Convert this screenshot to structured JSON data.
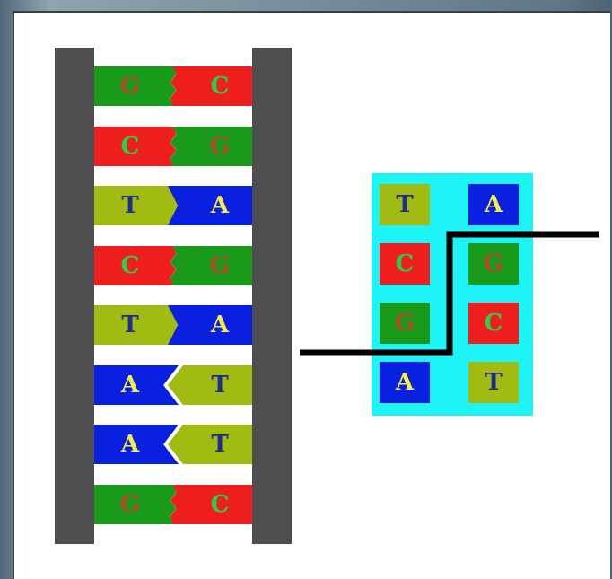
{
  "colors": {
    "G": {
      "fill": "#1a9a1a",
      "text": "#b5482a"
    },
    "C": {
      "fill": "#ef1f1f",
      "text": "#2ad04a"
    },
    "T": {
      "fill": "#a2bb12",
      "text": "#1c2f8c"
    },
    "A": {
      "fill": "#0a20e0",
      "text": "#f2ef4a"
    },
    "rail": "#4e4e50",
    "key_panel": "#1ef4f6",
    "background": "#ffffff",
    "line": "#000000"
  },
  "ladder": [
    {
      "left": "G",
      "right": "C"
    },
    {
      "left": "C",
      "right": "G"
    },
    {
      "left": "T",
      "right": "A"
    },
    {
      "left": "C",
      "right": "G"
    },
    {
      "left": "T",
      "right": "A"
    },
    {
      "left": "A",
      "right": "T"
    },
    {
      "left": "A",
      "right": "T"
    },
    {
      "left": "G",
      "right": "C"
    }
  ],
  "key": [
    {
      "left": "T",
      "right": "A"
    },
    {
      "left": "C",
      "right": "G"
    },
    {
      "left": "G",
      "right": "C"
    },
    {
      "left": "A",
      "right": "T"
    }
  ]
}
